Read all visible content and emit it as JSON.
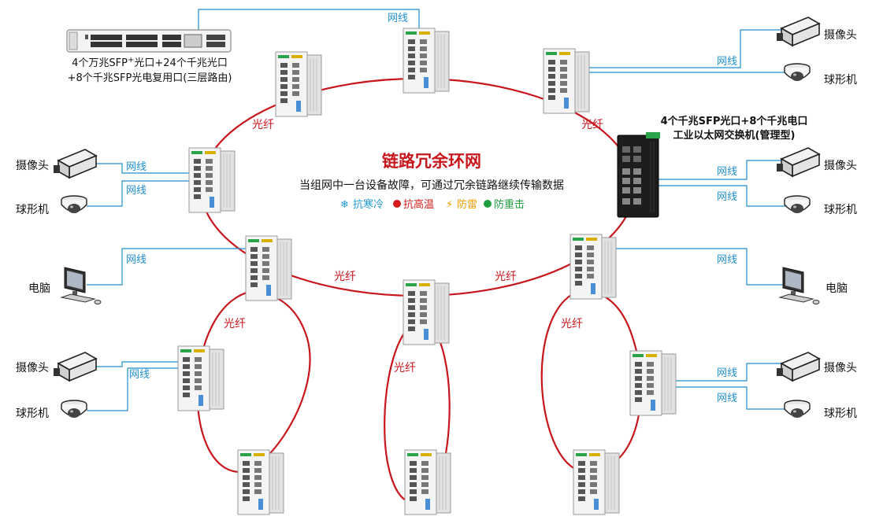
{
  "title": "链路冗余环网",
  "subtitle": "当组网中一台设备故障，可通过冗余链路继续传输数据",
  "features": [
    {
      "label": "抗寒冷",
      "color": "#1f9bd8"
    },
    {
      "label": "抗高温",
      "color": "#d21c1c"
    },
    {
      "label": "防雷",
      "color": "#f0a000"
    },
    {
      "label": "防重击",
      "color": "#1e9d3d"
    }
  ],
  "core_switch": {
    "line1": "4个万兆SFP",
    "sup": "+",
    "line1b": "光口+24个千兆光口",
    "line2": "+8个千兆SFP光电复用口(三层路由)"
  },
  "managed_switch": {
    "line1": "4个千兆SFP光口+8个千兆电口",
    "line2": "工业以太网交换机(管理型)"
  },
  "labels": {
    "net": "网线",
    "fiber": "光纤",
    "camera": "摄像头",
    "dome": "球形机",
    "pc": "电脑"
  },
  "colors": {
    "ring": "#c8161d",
    "wire": "#1f8fd1",
    "title": "#c8161d"
  }
}
